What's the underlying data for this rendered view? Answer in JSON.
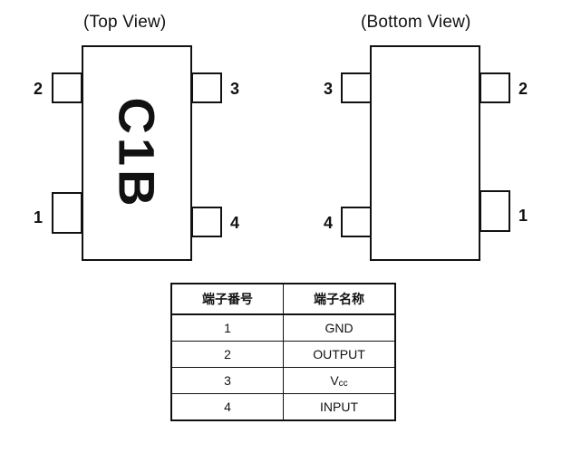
{
  "top_view": {
    "title": "(Top View)",
    "marking": "C1B",
    "pins": [
      "1",
      "2",
      "3",
      "4"
    ]
  },
  "bottom_view": {
    "title": "(Bottom View)",
    "pins": [
      "1",
      "2",
      "3",
      "4"
    ]
  },
  "pin_table": {
    "headers": [
      "端子番号",
      "端子名称"
    ],
    "rows": [
      {
        "number": "1",
        "name": "GND"
      },
      {
        "number": "2",
        "name": "OUTPUT"
      },
      {
        "number": "3",
        "name_main": "V",
        "name_sub": "cc"
      },
      {
        "number": "4",
        "name": "INPUT"
      }
    ]
  }
}
